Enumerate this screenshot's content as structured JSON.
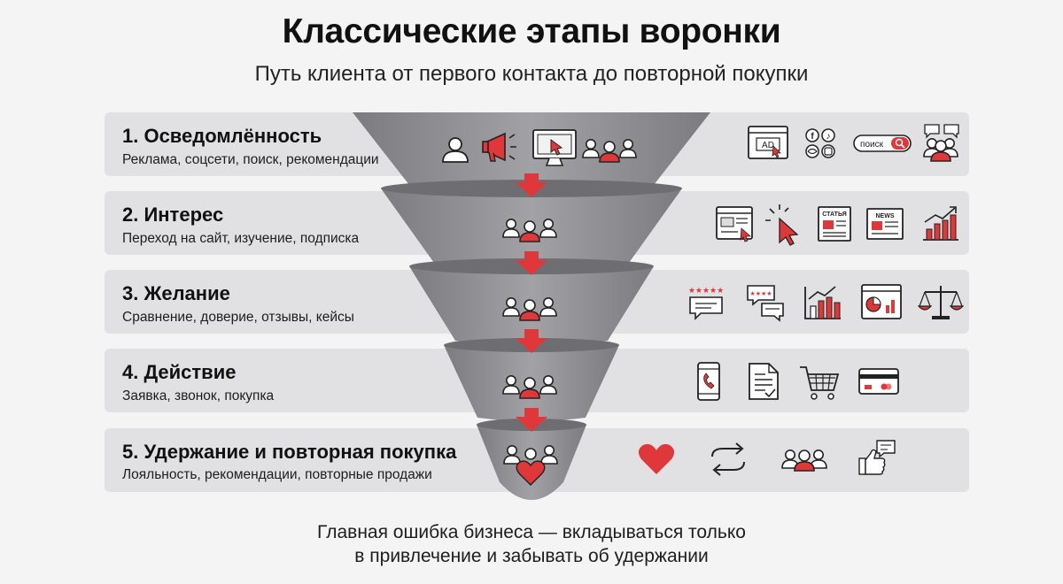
{
  "header": {
    "title": "Классические этапы воронки",
    "subtitle": "Путь клиента от первого контакта до повторной покупки"
  },
  "stages": [
    {
      "title": "1. Осведомлённость",
      "desc": "Реклама, соцсети, поиск, рекомендации",
      "funnel_icons": [
        "user-icon",
        "megaphone-icon",
        "monitor-cursor-icon",
        "group-icon"
      ],
      "icons": [
        "ad-browser-icon",
        "social-networks-icon",
        "search-bar-icon",
        "recommendation-chat-icon"
      ],
      "icon_labels": {
        "ad": "AD",
        "search": "поиск"
      }
    },
    {
      "title": "2. Интерес",
      "desc": "Переход на сайт, изучение, подписка",
      "funnel_icons": [
        "group-icon"
      ],
      "icons": [
        "website-cursor-icon",
        "click-cursor-icon",
        "article-icon",
        "newspaper-icon",
        "growth-chart-icon"
      ],
      "icon_labels": {
        "article": "СТАТЬЯ",
        "news": "NEWS"
      }
    },
    {
      "title": "3. Желание",
      "desc": "Сравнение, доверие, отзывы, кейсы",
      "funnel_icons": [
        "group-icon"
      ],
      "icons": [
        "star-review-icon",
        "rating-chat-icon",
        "bar-chart-icon",
        "dashboard-icon",
        "scales-icon"
      ]
    },
    {
      "title": "4. Действие",
      "desc": "Заявка, звонок, покупка",
      "funnel_icons": [
        "group-icon"
      ],
      "icons": [
        "phone-call-icon",
        "form-document-icon",
        "shopping-cart-icon",
        "credit-card-icon"
      ]
    },
    {
      "title": "5. Удержание и повторная покупка",
      "desc": "Лояльность, рекомендации, повторные продажи",
      "funnel_icons": [
        "group-heart-icon"
      ],
      "icons": [
        "heart-icon",
        "repeat-cycle-icon",
        "community-icon",
        "feedback-like-icon"
      ]
    }
  ],
  "footer": {
    "line1": "Главная ошибка бизнеса — вкладываться только",
    "line2": "в привлечение и забывать об удержании"
  },
  "colors": {
    "accent": "#e0383a",
    "funnel": "#8d8d91",
    "band": "#e1e1e3",
    "text": "#111111"
  }
}
